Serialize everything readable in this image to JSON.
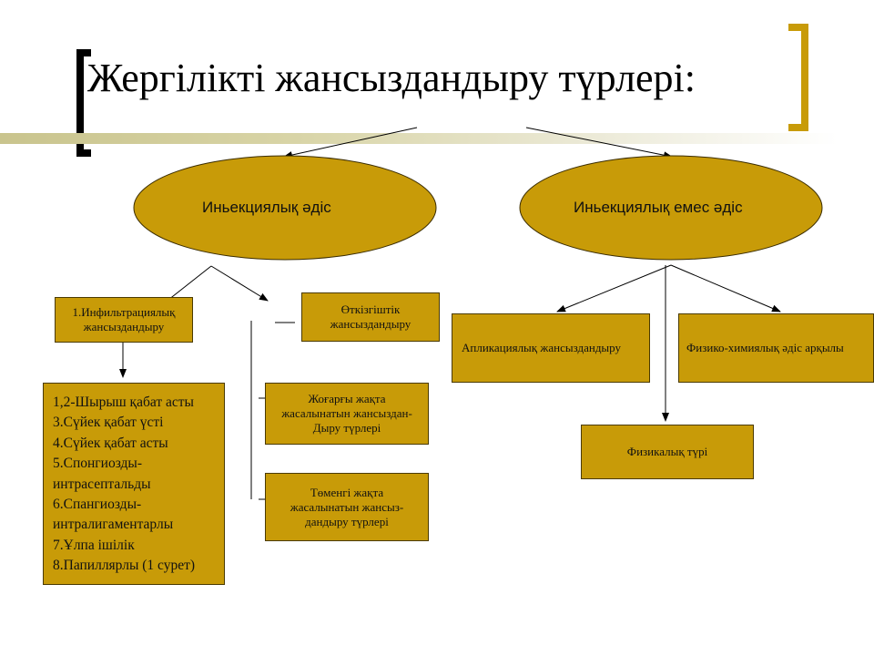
{
  "title": "Жергілікті жансыздандыру түрлері:",
  "colors": {
    "fill": "#c89b08",
    "bracket_left": "#000000",
    "bracket_right": "#c89b08"
  },
  "nodes": {
    "injection": "Иньекциялық әдіс",
    "non_injection": "Иньекциялық емес әдіс",
    "infiltration": [
      "1.Инфильтрациялық",
      "жансыздандыру"
    ],
    "conduction": [
      "Өткізгіштік",
      "жансыздандыру"
    ],
    "upper_jaw": [
      "Жоғарғы жақта",
      "жасалынатын жансыздан-",
      "Дыру түрлері"
    ],
    "lower_jaw": [
      "Төменгі жақта",
      "жасалынатын жансыз-",
      "дандыру түрлері"
    ],
    "application": "Апликациялық жансыздандыру",
    "physico_chemical": "Физико-химиялық әдіс арқылы",
    "physical": "Физикалық түрі",
    "infiltration_list": [
      "1,2-Шырыш қабат асты",
      "3.Сүйек қабат үсті",
      "4.Сүйек қабат асты",
      "5.Спонгиозды-",
      "интрасептальды",
      "6.Спангиозды-",
      "интралигаментарлы",
      "7.Ұлпа ішілік",
      "8.Папиллярлы (1 сурет)"
    ]
  }
}
